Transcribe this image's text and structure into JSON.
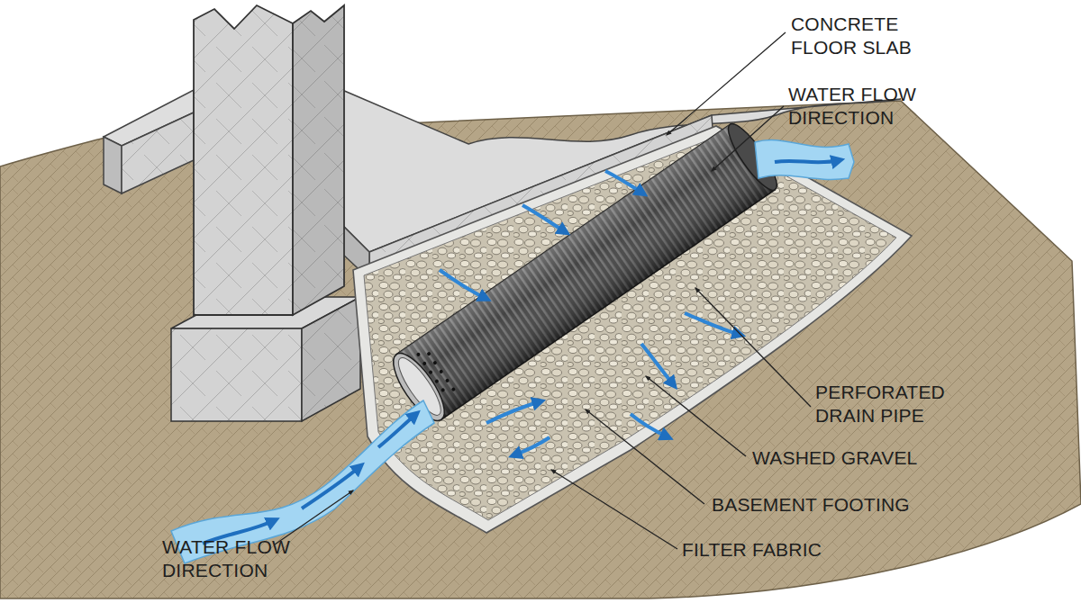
{
  "diagram": {
    "labels": [
      "CONCRETE FLOOR SLAB",
      "WATER FLOW DIRECTION",
      "PERFORATED DRAIN PIPE",
      "WASHED GRAVEL",
      "BASEMENT FOOTING",
      "FILTER FABRIC",
      "WATER FLOW DIRECTION"
    ]
  }
}
